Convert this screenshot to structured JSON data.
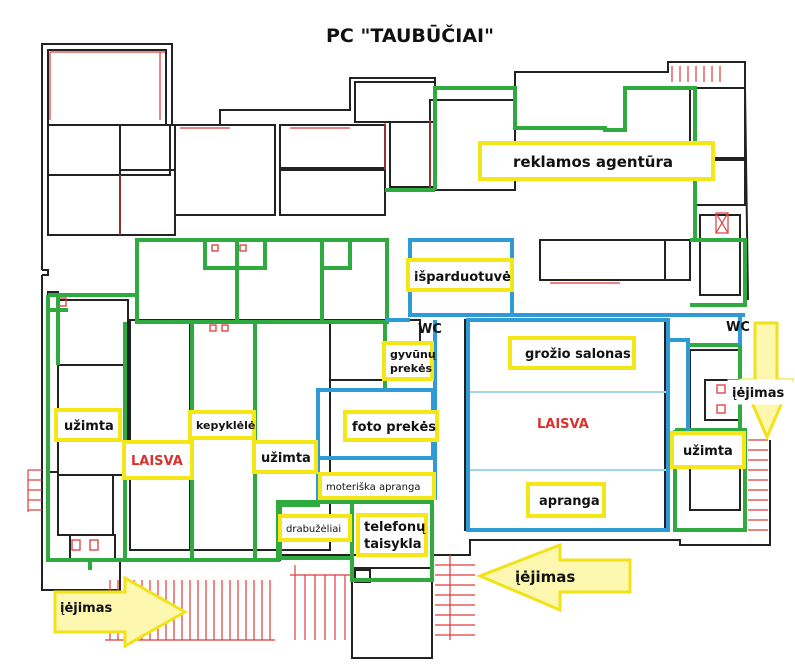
{
  "title": "PC \"TAUBŪČIAI\"",
  "colors": {
    "occupied_border": "#2faa3f",
    "vacant_border": "#2f9bd6",
    "label_border": "#f5e617",
    "arrow_fill": "#fdf7b0",
    "arrow_stroke": "#f2e21a",
    "walls": "#222222",
    "stairs": "#e03a3a",
    "vacant_text": "#d9332b"
  },
  "labels": {
    "reklamos": "reklamos agentūra",
    "isparduotuve": "išparduotuvė",
    "wc1": "WC",
    "wc2": "WC",
    "grozio": "grožio salonas",
    "gyvunu_1": "gyvūnų",
    "gyvunu_2": "prekės",
    "laisva_right": "LAISVA",
    "foto": "foto prekės",
    "moteriska": "moteriška apranga",
    "apranga": "apranga",
    "uzimta_left": "užimta",
    "laisva_left": "LAISVA",
    "kepyklele": "kepyklėlė",
    "uzimta_mid": "užimta",
    "uzimta_right": "užimta",
    "drabuzeliai": "drabužėliai",
    "telefonu_1": "telefonų",
    "telefonu_2": "taisykla"
  },
  "entrances": {
    "left": "įėjimas",
    "bottom": "įėjimas",
    "right": "įėjimas"
  }
}
